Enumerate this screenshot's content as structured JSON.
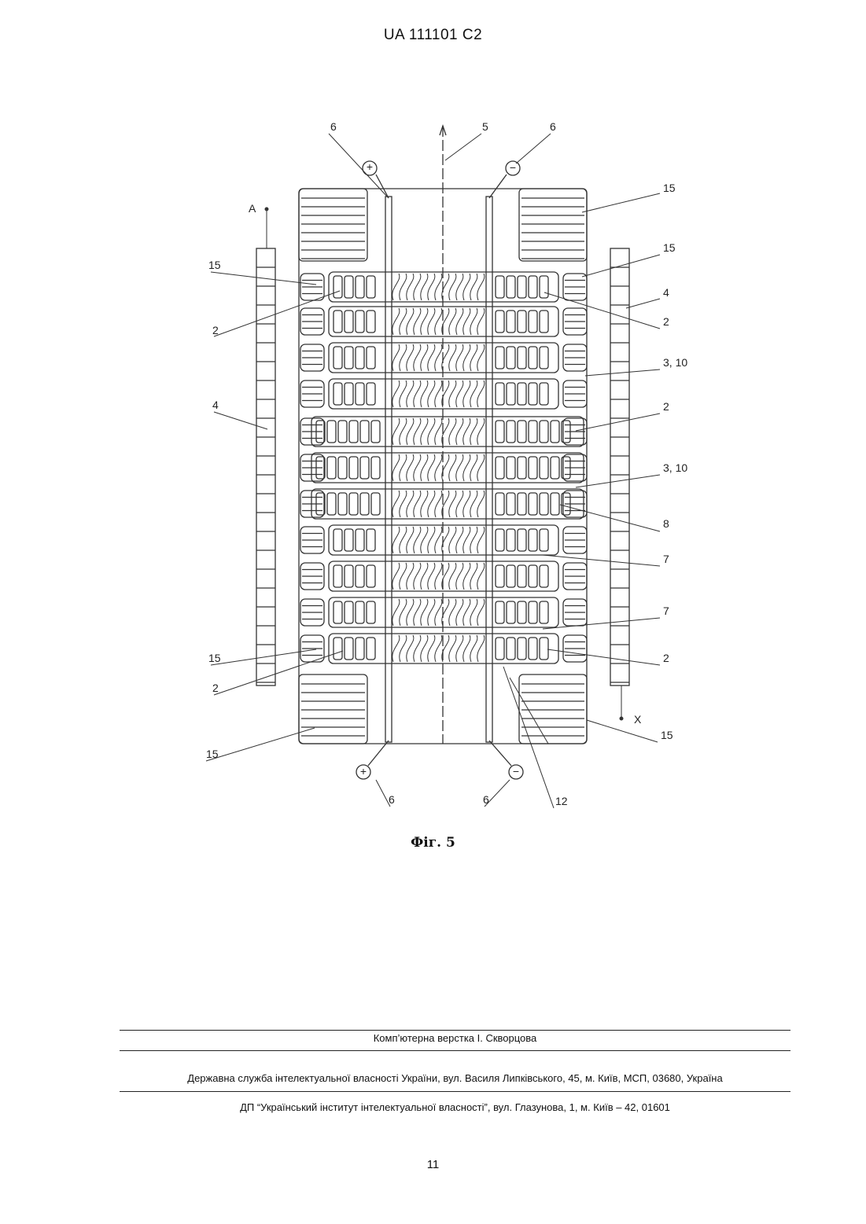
{
  "header": {
    "doc_number": "UA   111101   C2"
  },
  "figure": {
    "caption": "Фіг. 5",
    "labels": {
      "l6a": "6",
      "l5": "5",
      "l6b": "6",
      "lA": "A",
      "l15tl": "15",
      "l15tr": "15",
      "l15mr": "15",
      "l2l": "2",
      "l2r1": "2",
      "l4r": "4",
      "l310a": "3, 10",
      "l4l": "4",
      "l2r2": "2",
      "l310b": "3, 10",
      "l8": "8",
      "l7a": "7",
      "l7b": "7",
      "l15bl": "15",
      "l2bl": "2",
      "l2br": "2",
      "lX": "X",
      "l15b": "15",
      "l15br": "15",
      "l6c": "6",
      "l6d": "6",
      "l12": "12",
      "plus": "+",
      "minus": "−"
    }
  },
  "footer": {
    "typesetting": "Комп’ютерна верстка І. Скворцова",
    "office": "Державна служба інтелектуальної власності України, вул. Василя Липківського, 45, м. Київ, МСП, 03680, Україна",
    "institute": "ДП “Український інститут інтелектуальної власності”, вул. Глазунова, 1, м. Київ – 42, 01601",
    "page_number": "11"
  }
}
